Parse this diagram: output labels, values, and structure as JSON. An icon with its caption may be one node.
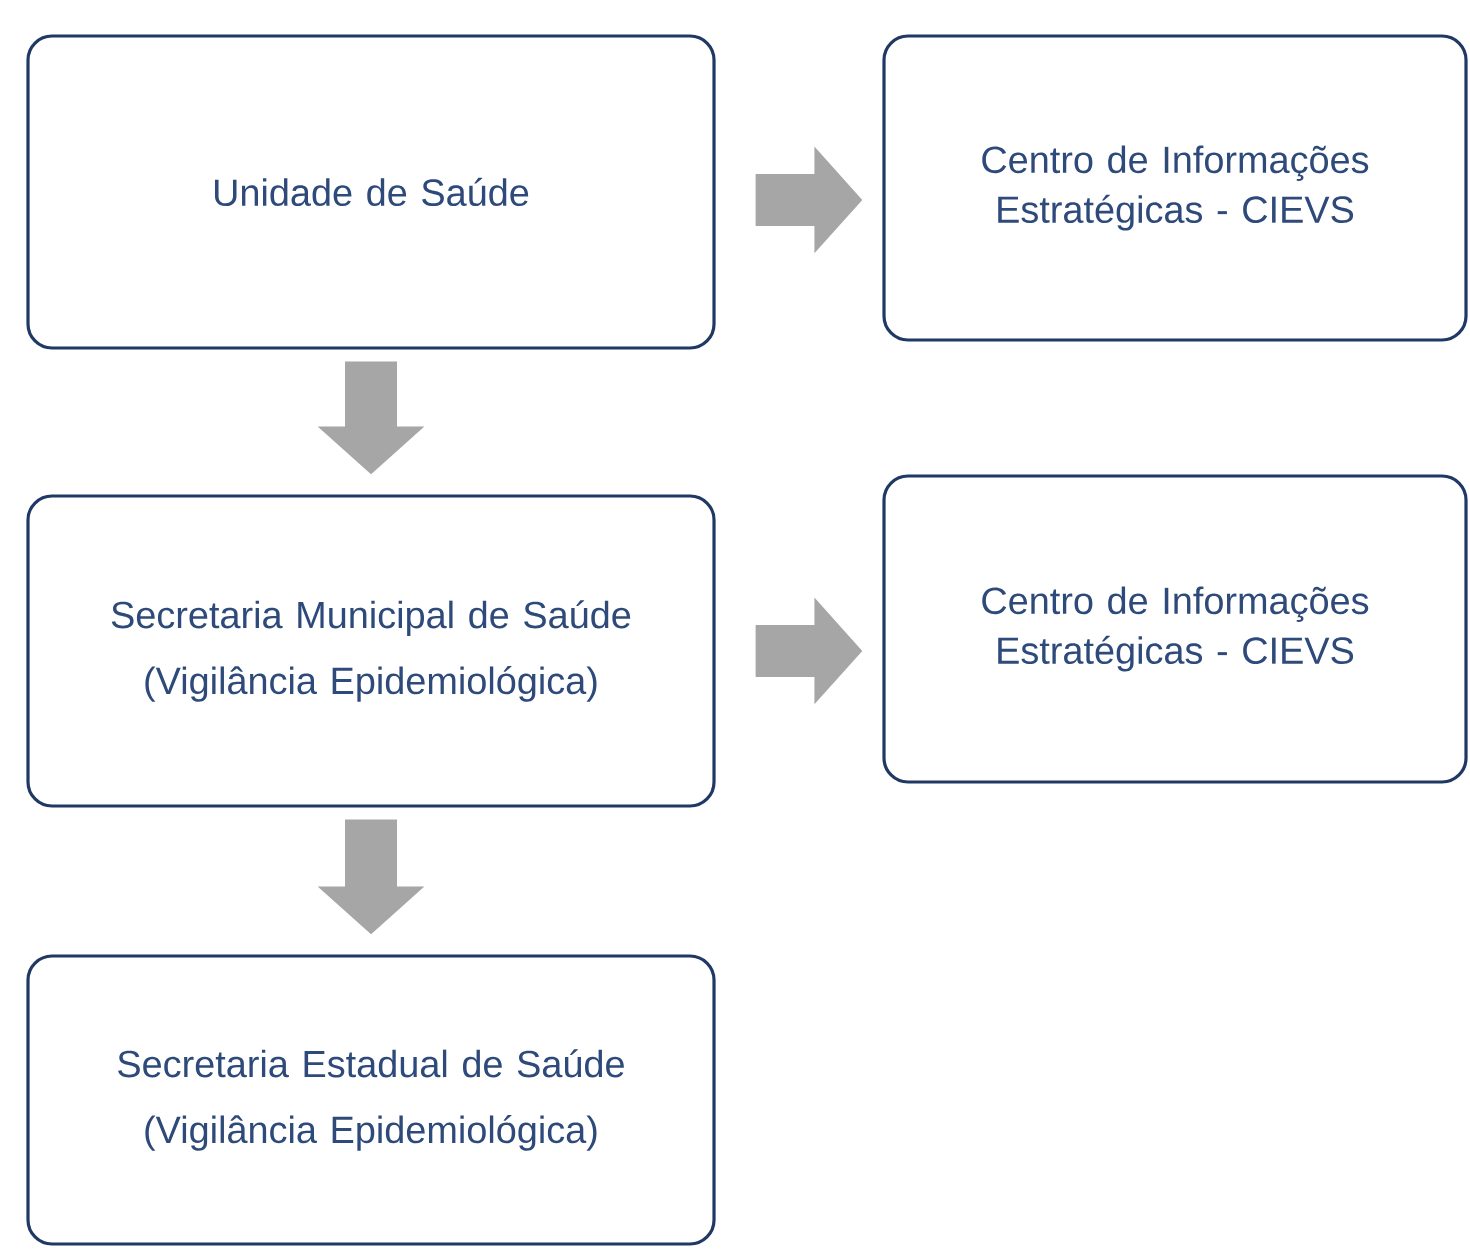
{
  "diagram": {
    "nodes": [
      {
        "text": [
          "Unidade de Saúde"
        ]
      },
      {
        "text": [
          "Centro de Informações Estratégicas - CIEVS"
        ]
      },
      {
        "text": [
          "Secretaria Municipal de Saúde",
          "(Vigilância Epidemiológica)"
        ]
      },
      {
        "text": [
          "Centro de Informações Estratégicas - CIEVS"
        ]
      },
      {
        "text": [
          "Secretaria Estadual de Saúde",
          "(Vigilância Epidemiológica)"
        ]
      }
    ],
    "edges": [
      {
        "from": 0,
        "to": 1,
        "arrow": "to"
      },
      {
        "from": 0,
        "to": 2,
        "arrow": "to"
      },
      {
        "from": 2,
        "to": 3,
        "arrow": "to"
      },
      {
        "from": 2,
        "to": 4,
        "arrow": "to"
      }
    ]
  }
}
